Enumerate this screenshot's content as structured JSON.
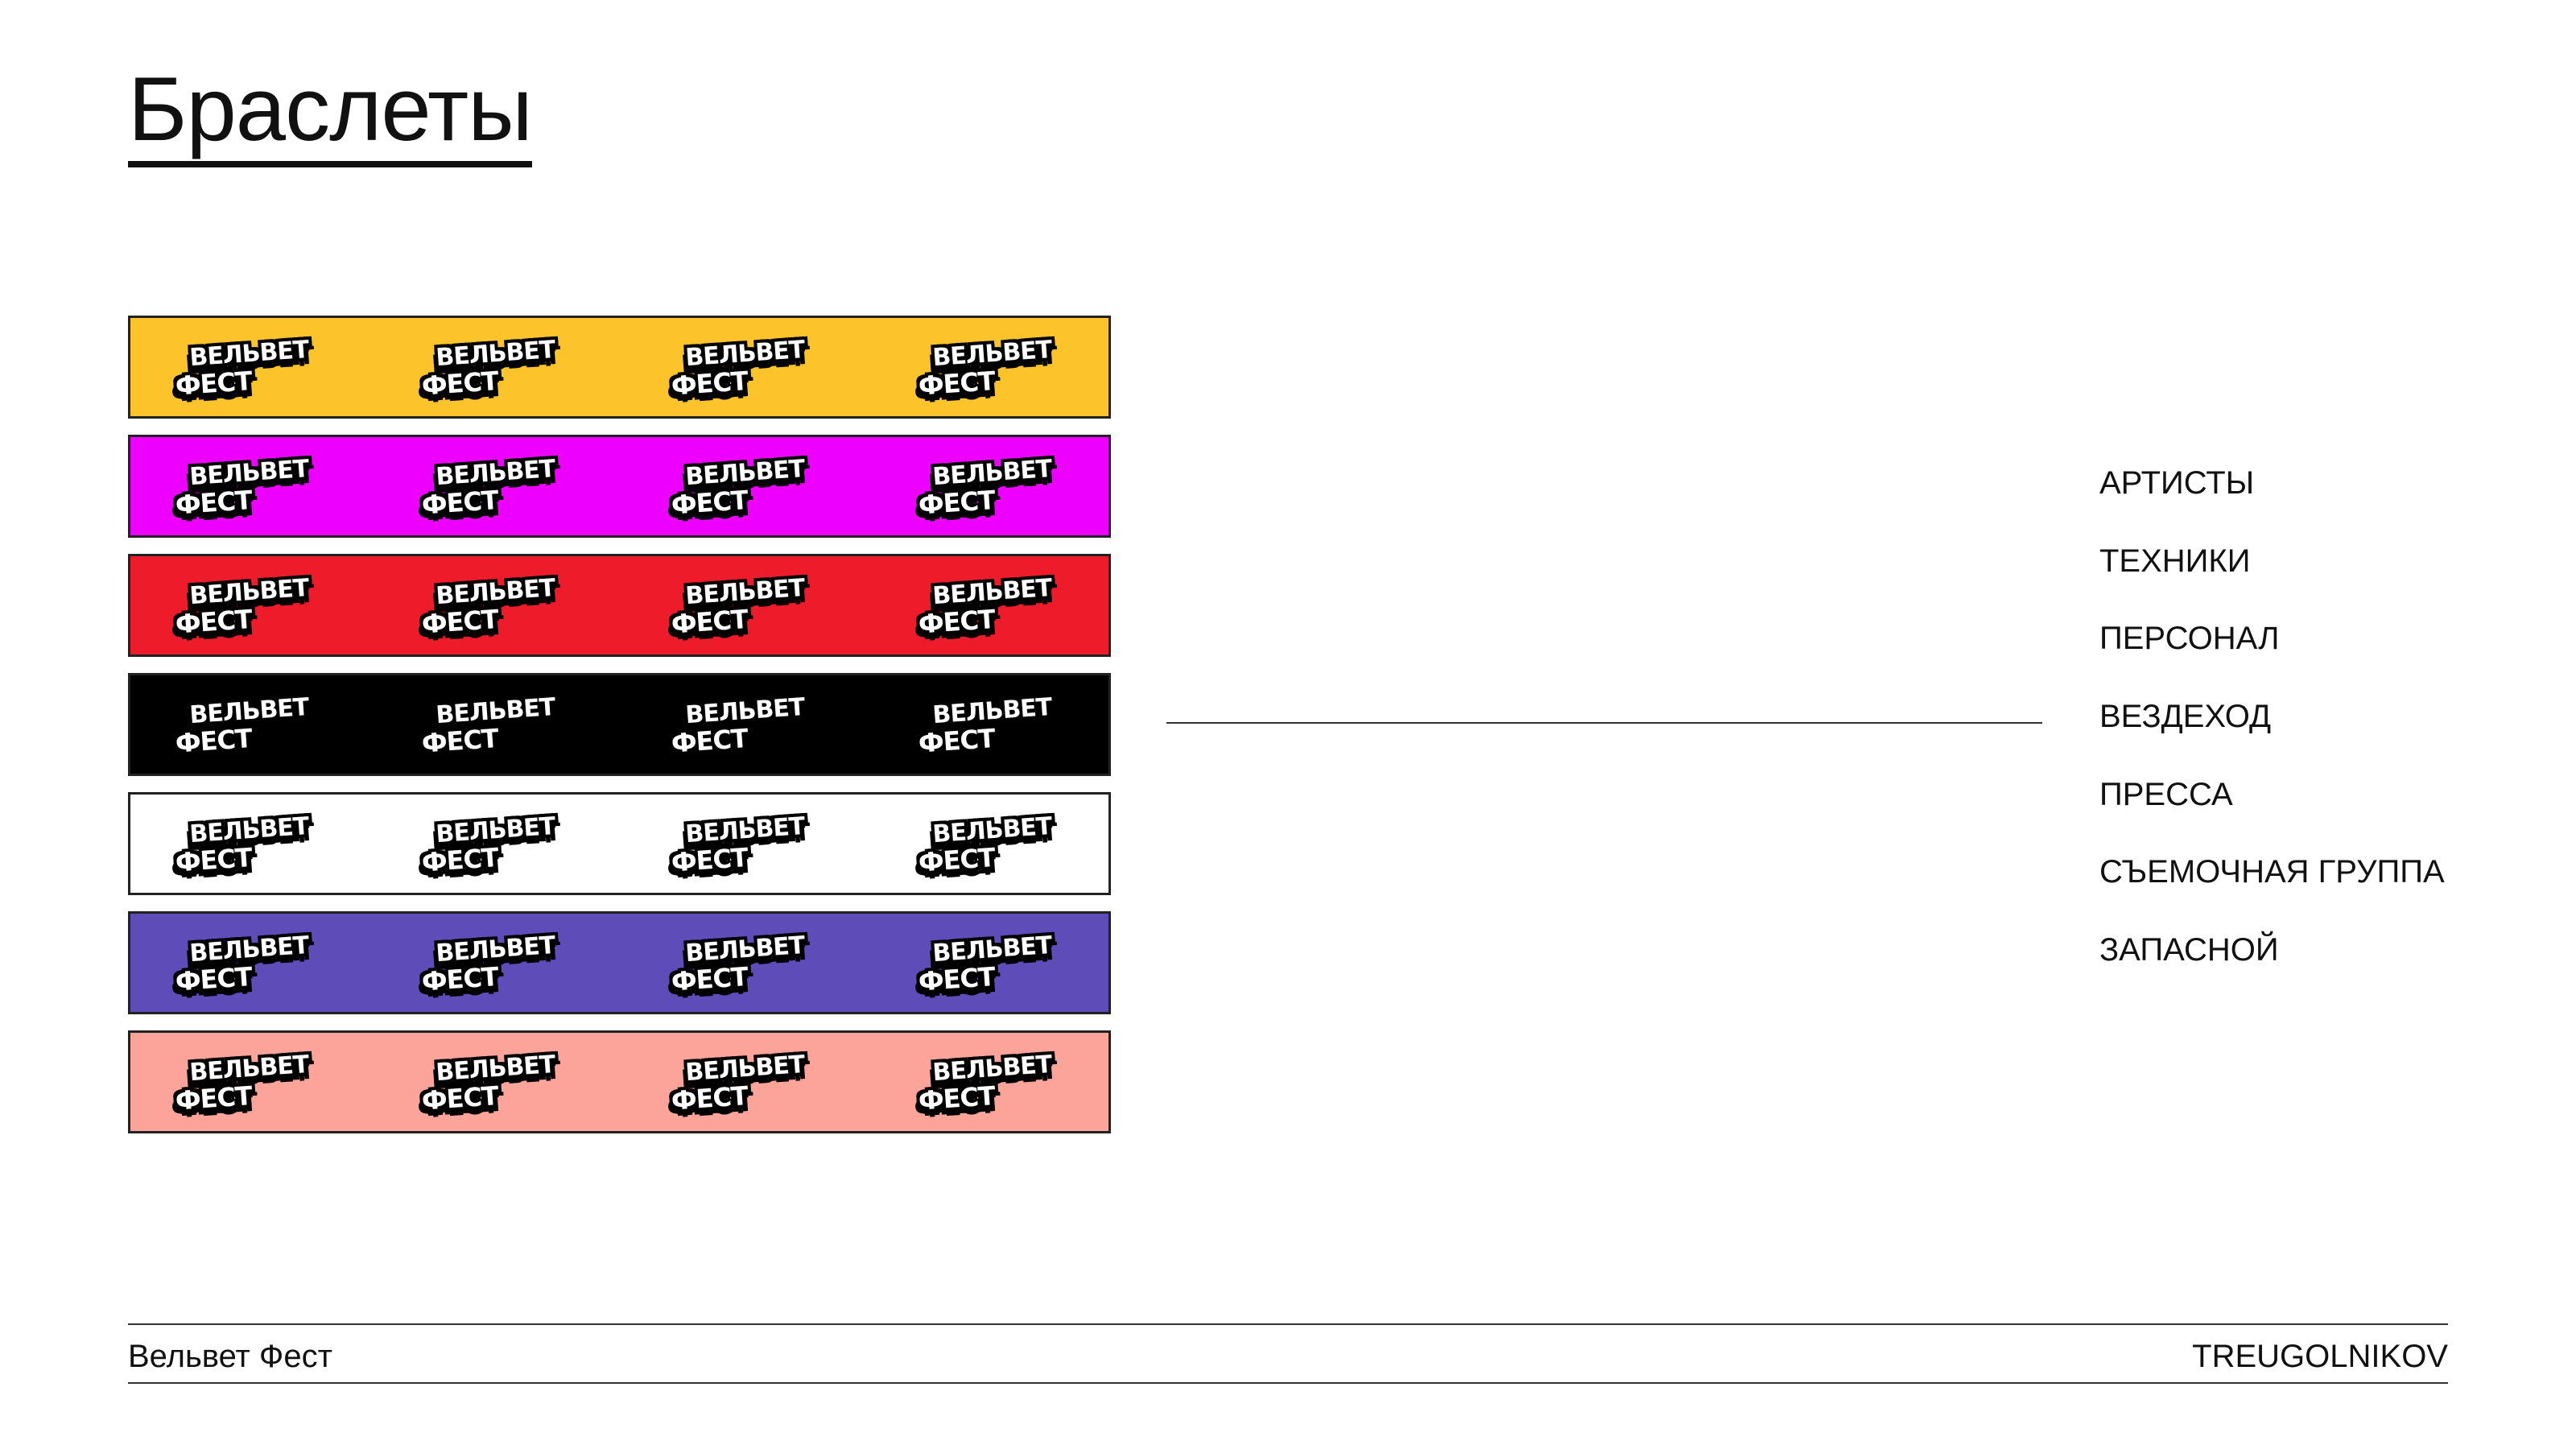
{
  "title": "Браслеты",
  "logo": {
    "line1": "ВЕЛЬВЕТ",
    "line2": "ФЕСТ"
  },
  "bracelets": [
    {
      "category": "АРТИСТЫ",
      "color": "#FDC32A"
    },
    {
      "category": "ТЕХНИКИ",
      "color": "#EE00FF"
    },
    {
      "category": "ПЕРСОНАЛ",
      "color": "#EE1C2A"
    },
    {
      "category": "ВЕЗДЕХОД",
      "color": "#000000"
    },
    {
      "category": "ПРЕССА",
      "color": "#FFFFFF"
    },
    {
      "category": "СЪЕМОЧНАЯ ГРУППА",
      "color": "#5E4CB8"
    },
    {
      "category": "ЗАПАСНОЙ",
      "color": "#FCA39A"
    }
  ],
  "footer": {
    "left": "Вельвет Фест",
    "right": "TREUGOLNIKOV"
  }
}
